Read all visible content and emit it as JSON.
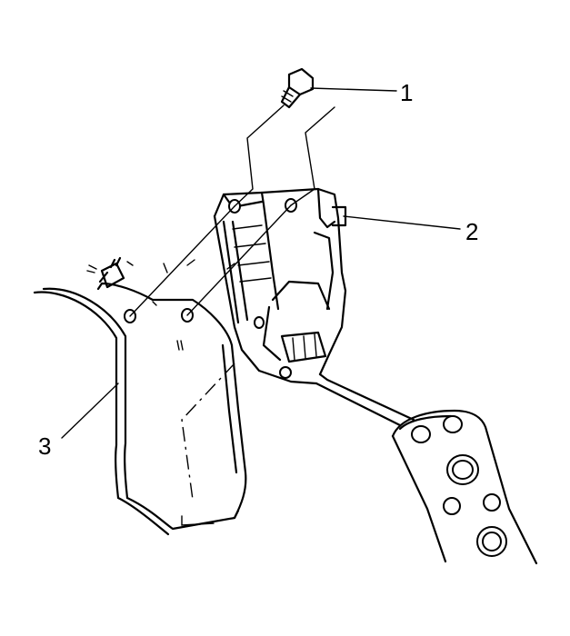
{
  "diagram": {
    "callouts": [
      {
        "id": "1",
        "text": "1"
      },
      {
        "id": "2",
        "text": "2"
      },
      {
        "id": "3",
        "text": "3"
      }
    ],
    "stroke_color": "#000000",
    "background_color": "#ffffff"
  }
}
